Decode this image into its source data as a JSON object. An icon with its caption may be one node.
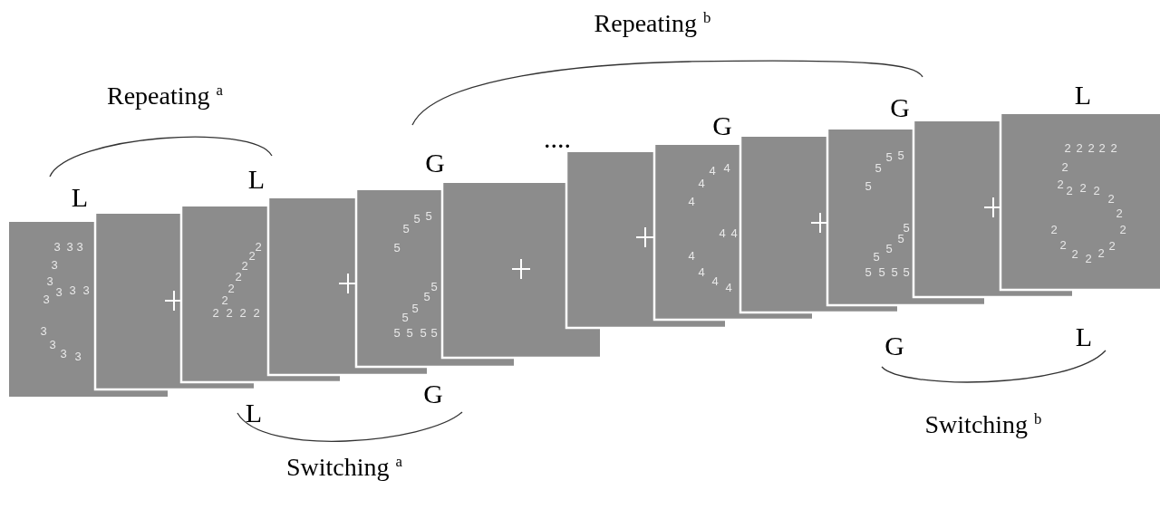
{
  "diagram": {
    "labels": [
      "Repeating $^{b}$",
      "Repeating $^{a}$",
      "....",
      "G",
      "G",
      "L",
      "G",
      "L",
      "L",
      "L",
      "G",
      "Switching $^{a}$",
      "G",
      "L",
      "Switching $^{b}$",
      "3",
      "3",
      "3",
      "3",
      "3",
      "3",
      "3",
      "3",
      "3",
      "3",
      "3",
      "3",
      "3",
      "2",
      "2",
      "2",
      "2",
      "2",
      "2",
      "2",
      "2",
      "2",
      "2",
      "5",
      "5",
      "5",
      "5",
      "5",
      "5",
      "5",
      "5",
      "5",
      "5",
      "5",
      "5",
      "4",
      "4",
      "4",
      "4",
      "4",
      "4",
      "4",
      "4",
      "4",
      "4",
      "5",
      "5",
      "5",
      "5",
      "5",
      "5",
      "5",
      "5",
      "5",
      "5",
      "5",
      "5",
      "2",
      "2",
      "2",
      "2",
      "2",
      "2",
      "2",
      "2",
      "2",
      "2",
      "2",
      "2",
      "2",
      "2",
      "2",
      "2",
      "2",
      "2",
      "2"
    ]
  }
}
